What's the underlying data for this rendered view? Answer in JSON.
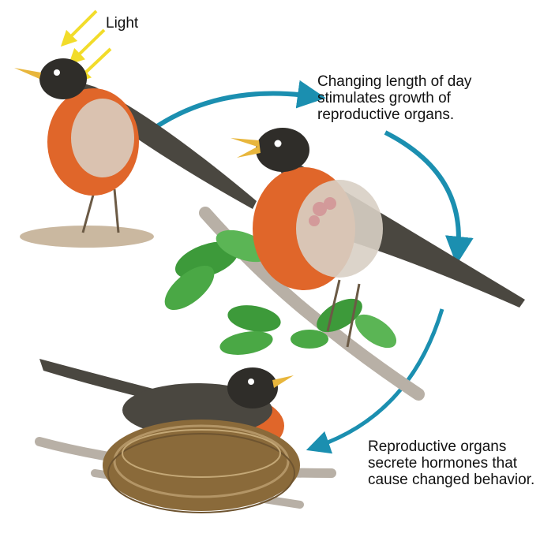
{
  "labels": {
    "light": "Light",
    "day_lines": [
      "Changing length of day",
      "stimulates growth of",
      "reproductive organs."
    ],
    "behavior_lines": [
      "Reproductive organs",
      "secrete hormones that",
      "cause changed behavior."
    ]
  },
  "colors": {
    "cycle_arrow": "#1b8fb0",
    "light_rays": "#f2dc2a",
    "breast": "#e0662a",
    "back": "#4a4740",
    "leaf": "#3d9a3a",
    "nest": "#8a6a3a",
    "branch": "#b8b0a6"
  },
  "icons": {
    "light_rays": "sun-rays-icon",
    "cycle_arrows": "cycle-arrow-icon"
  }
}
